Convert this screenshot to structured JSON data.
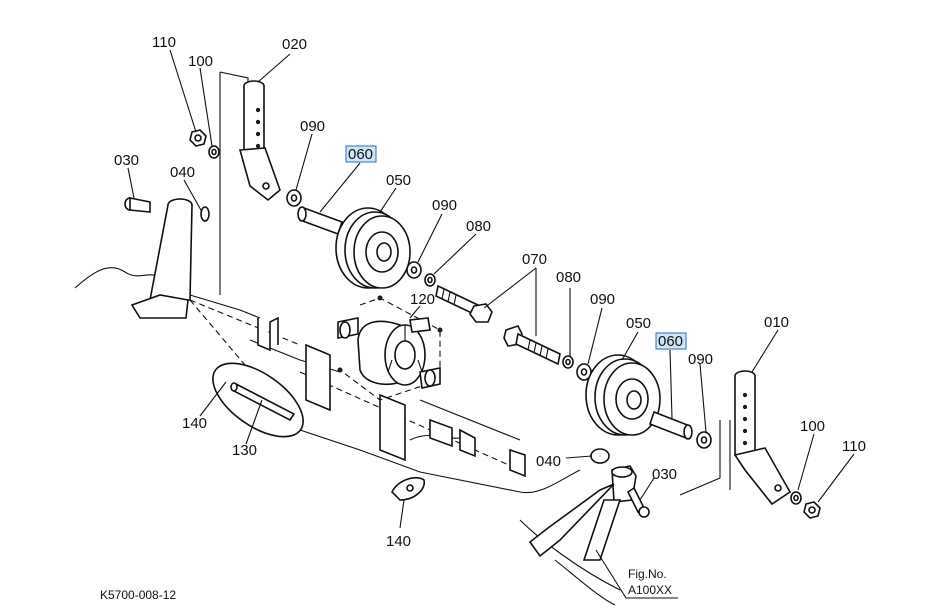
{
  "labels": {
    "l110a": "110",
    "l100a": "100",
    "l020": "020",
    "l090a": "090",
    "l060a": "060",
    "l030a": "030",
    "l040a": "040",
    "l050a": "050",
    "l090b": "090",
    "l080a": "080",
    "l070": "070",
    "l120": "120",
    "l080b": "080",
    "l090c": "090",
    "l050b": "050",
    "l060b": "060",
    "l010": "010",
    "l090d": "090",
    "l100b": "100",
    "l110b": "110",
    "l140a": "140",
    "l130": "130",
    "l040b": "040",
    "l030b": "030",
    "l140b": "140"
  },
  "footer": {
    "code": "K5700-008-12",
    "fig_label": "Fig.No.",
    "fig_number": "A100XX"
  },
  "highlight_color": "#cfe6f7"
}
